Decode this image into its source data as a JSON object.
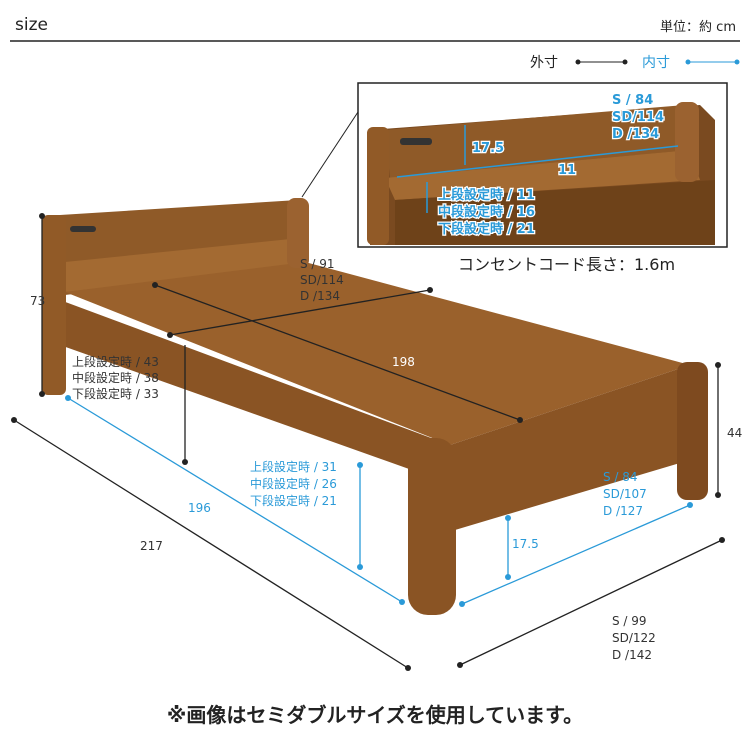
{
  "header": {
    "title": "size",
    "unit": "単位：約 cm"
  },
  "legend": {
    "outer": "外寸",
    "inner": "内寸",
    "outer_color": "#222222",
    "inner_color": "#2a9ad8"
  },
  "inset": {
    "height": "17.5",
    "depth": "11",
    "width": [
      "S  /  84",
      "SD/114",
      "D  /134"
    ],
    "shelf": [
      "上段設定時 / 11",
      "中段設定時 / 16",
      "下段設定時 / 21"
    ],
    "cord": "コンセントコード長さ：1.6m"
  },
  "dims": {
    "headboard_height": "73",
    "inner_length": "198",
    "inner_width": [
      "S  /  91",
      "SD/114",
      "D  /134"
    ],
    "floor_to_top": [
      "上段設定時 / 43",
      "中段設定時 / 38",
      "下段設定時 / 33"
    ],
    "rail_inner_length": "196",
    "total_length": "217",
    "under_clearance": [
      "上段設定時 / 31",
      "中段設定時 / 26",
      "下段設定時 / 21"
    ],
    "leg_clearance": "17.5",
    "foot_inner_width": [
      "S  /  84",
      "SD/107",
      "D  /127"
    ],
    "foot_height": "44",
    "total_width": [
      "S  /  99",
      "SD/122",
      "D  /142"
    ]
  },
  "footer": {
    "note": "※画像はセミダブルサイズを使用しています。"
  },
  "colors": {
    "wood": "#8a5424",
    "wood_light": "#a96a30",
    "wood_dark": "#6b3e18"
  }
}
